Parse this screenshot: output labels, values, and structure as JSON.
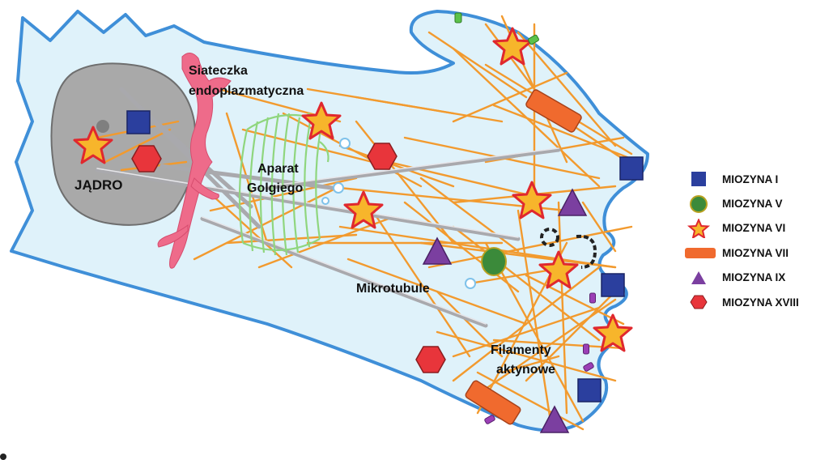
{
  "labels": {
    "nucleus": "JĄDRO",
    "er_line1": "Siateczka",
    "er_line2": "endoplazmatyczna",
    "golgi_line1": "Aparat",
    "golgi_line2": "Golgiego",
    "microtubules": "Mikrotubule",
    "actin_line1": "Filamenty",
    "actin_line2": "aktynowe"
  },
  "legend": [
    {
      "label": "MIOZYNA I",
      "icon": "square-icon",
      "color": "#2b3f9e"
    },
    {
      "label": "MIOZYNA V",
      "icon": "circle-icon",
      "color": "#3b8a3a"
    },
    {
      "label": "MIOZYNA VI",
      "icon": "star-icon",
      "color": "#f7b52b"
    },
    {
      "label": "MIOZYNA VII",
      "icon": "rounded-rect-icon",
      "color": "#f06a2e"
    },
    {
      "label": "MIOZYNA IX",
      "icon": "triangle-icon",
      "color": "#7b3fa0"
    },
    {
      "label": "MIOZYNA XVIII",
      "icon": "hexagon-icon",
      "color": "#e8353b"
    }
  ],
  "colors": {
    "cell_fill": "#dff2fa",
    "cell_border": "#3f8fd8",
    "nucleus": "#a9a9a9",
    "er": "#ee6b8a",
    "golgi": "#9be08a",
    "actin": "#f29a2e",
    "microtubule": "#b5b5b8"
  }
}
